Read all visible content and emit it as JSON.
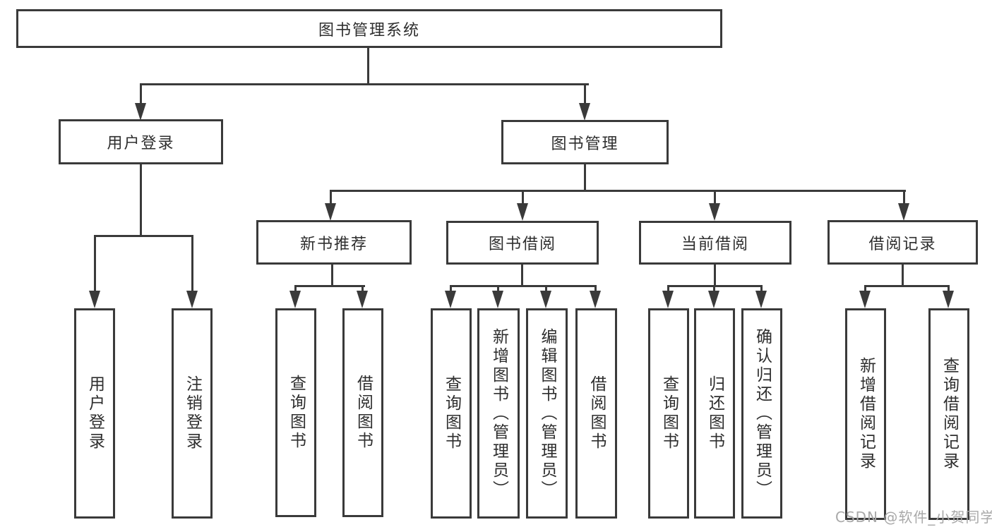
{
  "diagram_title": "图书管理系统",
  "tree": {
    "root": {
      "label": "图书管理系统"
    },
    "branches": [
      {
        "label": "用户登录",
        "children": [
          {
            "label": "用户登录"
          },
          {
            "label": "注销登录"
          }
        ]
      },
      {
        "label": "图书管理",
        "children": [
          {
            "label": "新书推荐",
            "children": [
              {
                "label": "查询图书"
              },
              {
                "label": "借阅图书"
              }
            ]
          },
          {
            "label": "图书借阅",
            "children": [
              {
                "label": "查询图书"
              },
              {
                "label": "新增图书（管理员）"
              },
              {
                "label": "编辑图书（管理员）"
              },
              {
                "label": "借阅图书"
              }
            ]
          },
          {
            "label": "当前借阅",
            "children": [
              {
                "label": "查询图书"
              },
              {
                "label": "归还图书"
              },
              {
                "label": "确认归还（管理员）"
              }
            ]
          },
          {
            "label": "借阅记录",
            "children": [
              {
                "label": "新增借阅记录"
              },
              {
                "label": "查询借阅记录"
              }
            ]
          }
        ]
      }
    ]
  },
  "watermark": {
    "text": "CSDN @软件_小贺同学"
  },
  "colors": {
    "line": "#3a3a3a",
    "box_background": "#ffffff",
    "text": "#2e2e2e",
    "watermark": "#a9a9a9"
  }
}
